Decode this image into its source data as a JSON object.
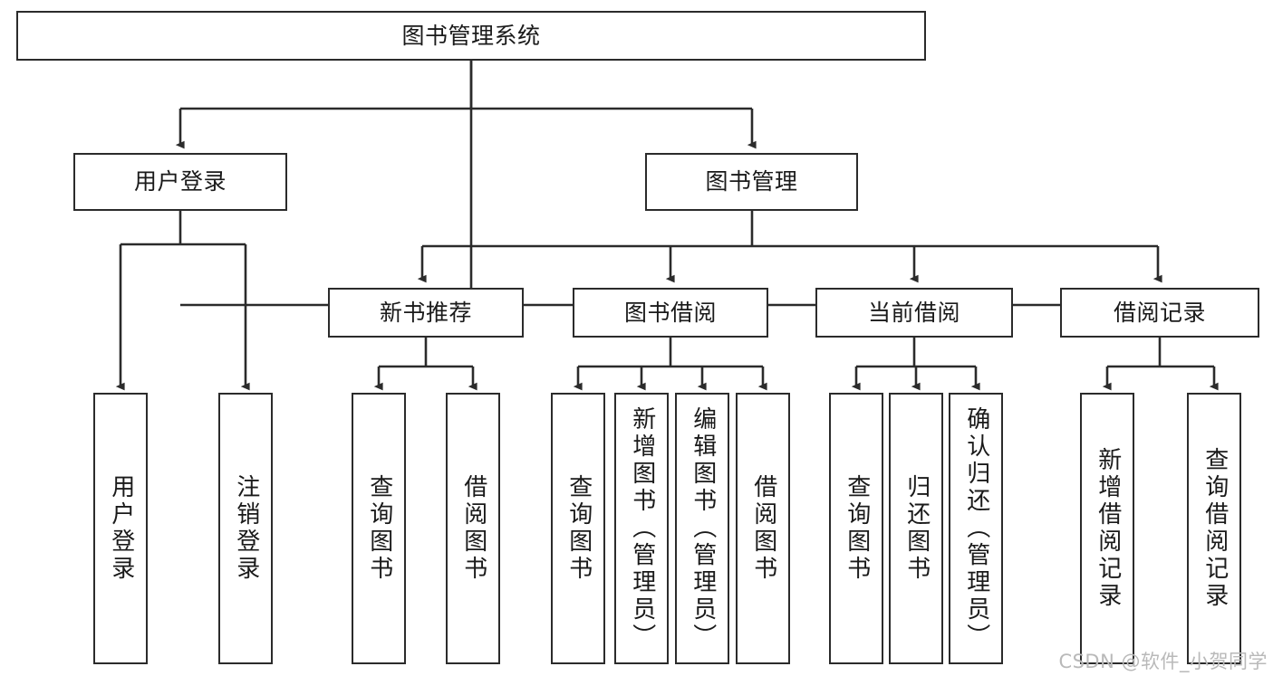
{
  "diagram": {
    "title": "图书管理系统",
    "type": "tree-hierarchy",
    "watermark": "CSDN @软件_小贺同学",
    "colors": {
      "box_border": "#2b2b2b",
      "box_fill": "#ffffff",
      "connector": "#2b2b2b",
      "text": "#1a1a1a",
      "watermark": "#b9b9b9"
    },
    "root": {
      "label": "图书管理系统"
    },
    "level1": [
      {
        "label": "用户登录"
      },
      {
        "label": "图书管理"
      }
    ],
    "level2": [
      {
        "label": "新书推荐"
      },
      {
        "label": "图书借阅"
      },
      {
        "label": "当前借阅"
      },
      {
        "label": "借阅记录"
      }
    ],
    "leaves": {
      "user_login": [
        {
          "label": "用户登录"
        },
        {
          "label": "注销登录"
        }
      ],
      "new_book_recommend": [
        {
          "label": "查询图书"
        },
        {
          "label": "借阅图书"
        }
      ],
      "book_borrow": [
        {
          "label": "查询图书"
        },
        {
          "label": "新增图书（管理员）"
        },
        {
          "label": "编辑图书（管理员）"
        },
        {
          "label": "借阅图书"
        }
      ],
      "current_borrow": [
        {
          "label": "查询图书"
        },
        {
          "label": "归还图书"
        },
        {
          "label": "确认归还（管理员）"
        }
      ],
      "borrow_record": [
        {
          "label": "新增借阅记录"
        },
        {
          "label": "查询借阅记录"
        }
      ]
    }
  }
}
